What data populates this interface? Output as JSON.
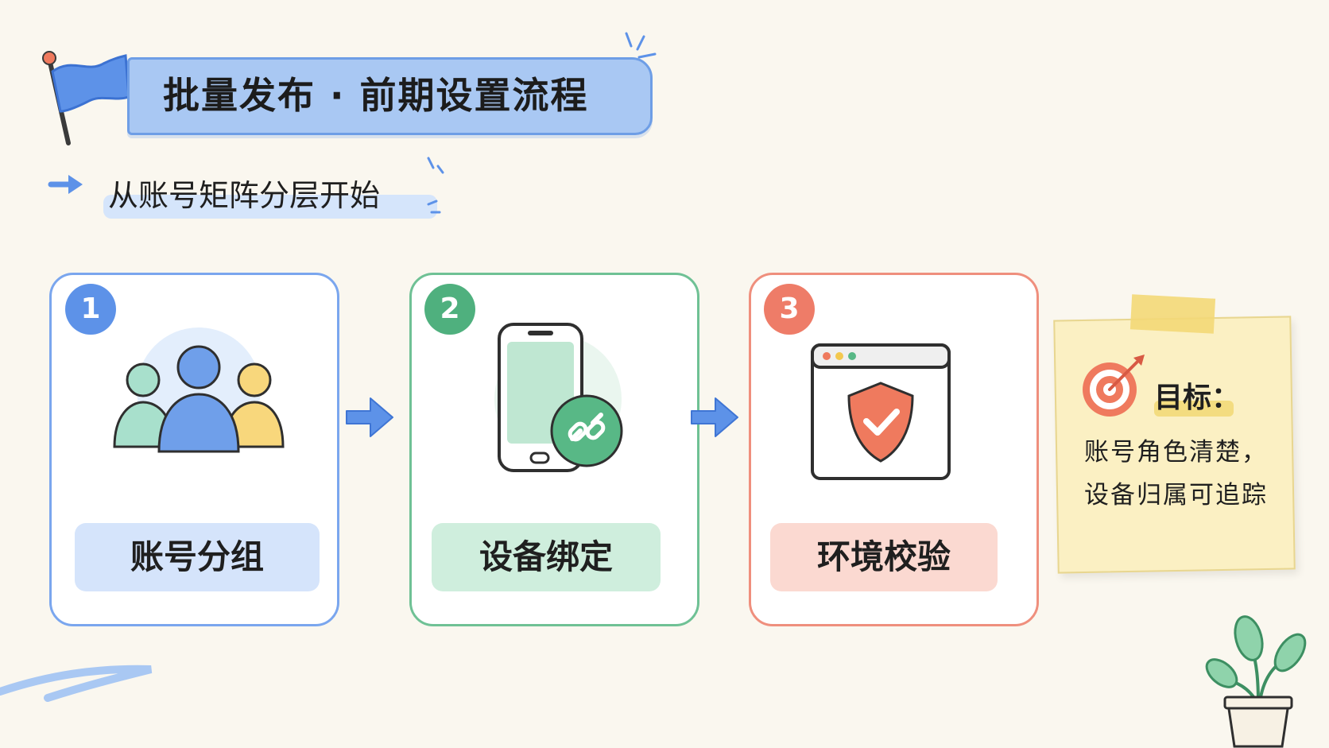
{
  "title": "批量发布 · 前期设置流程",
  "subtitle": "从账号矩阵分层开始",
  "steps": [
    {
      "number": "1",
      "label": "账号分组",
      "icon": "user-group-icon",
      "color": "#5d92e8"
    },
    {
      "number": "2",
      "label": "设备绑定",
      "icon": "phone-link-icon",
      "color": "#4fb07e"
    },
    {
      "number": "3",
      "label": "环境校验",
      "icon": "browser-shield-icon",
      "color": "#ee7c68"
    }
  ],
  "note": {
    "heading": "目标：",
    "lines": [
      "账号角色清楚，",
      "设备归属可追踪"
    ]
  },
  "colors": {
    "background": "#faf7ef",
    "blue": "#5d92e8",
    "green": "#4fb07e",
    "red": "#ee7c68",
    "note": "#fbf0c3"
  }
}
